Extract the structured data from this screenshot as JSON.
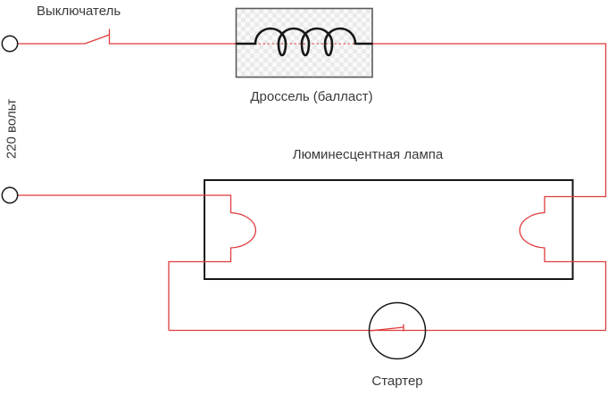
{
  "labels": {
    "switch": "Выключатель",
    "voltage": "220 вольт",
    "choke": "Дроссель (балласт)",
    "lamp": "Люминесцентная лампа",
    "starter": "Стартер"
  },
  "colors": {
    "wire_red": "#df3b3b",
    "component_outline_black": "#161616",
    "choke_border_gray": "#5a5a5a",
    "choke_checker_gray": "#eaeaea",
    "text_gray": "#3a3a3a"
  }
}
